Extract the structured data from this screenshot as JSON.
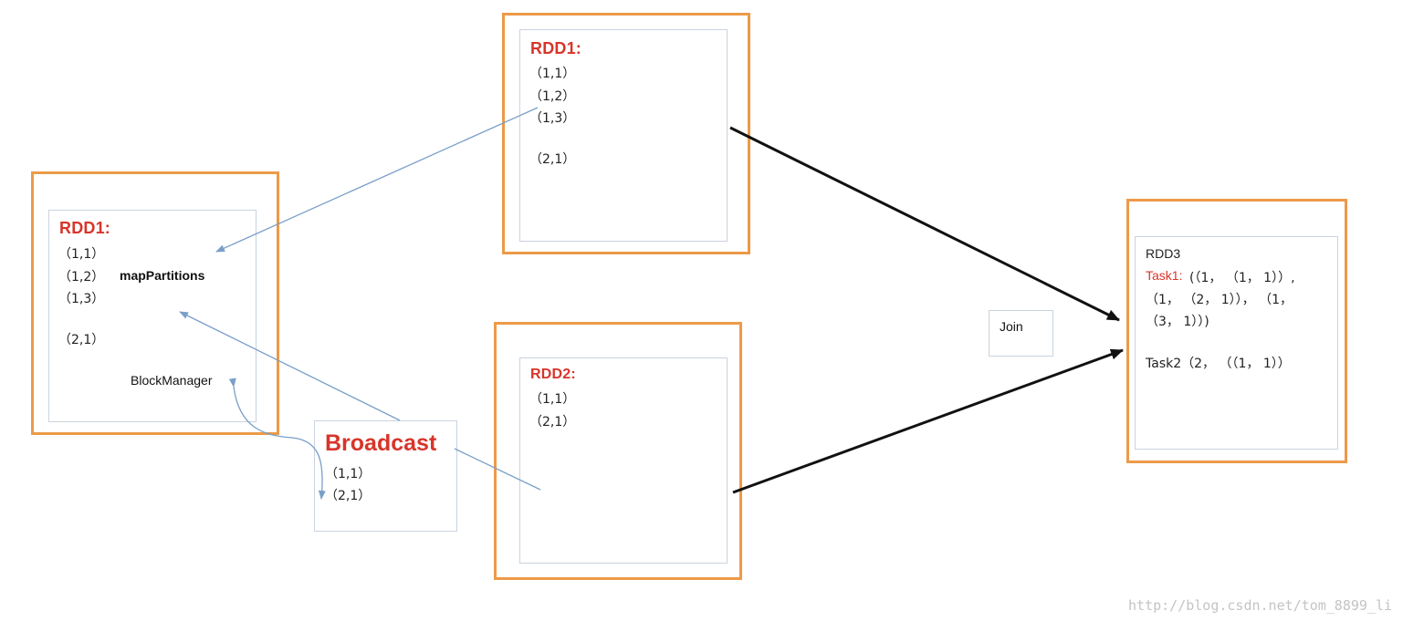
{
  "rdd1_left": {
    "title": "RDD1:",
    "tuples": [
      "（1,1）",
      "（1,2）",
      "（1,3）",
      "（2,1）"
    ],
    "map_label": "mapPartitions",
    "block_label": "BlockManager"
  },
  "rdd1_top": {
    "title": "RDD1:",
    "tuples": [
      "（1,1）",
      "（1,2）",
      "（1,3）",
      "（2,1）"
    ]
  },
  "rdd2": {
    "title": "RDD2:",
    "tuples": [
      "（1,1）",
      "（2,1）"
    ]
  },
  "broadcast": {
    "title": "Broadcast",
    "tuples": [
      "（1,1）",
      "（2,1）"
    ]
  },
  "join": {
    "label": "Join"
  },
  "rdd3": {
    "title": "RDD3",
    "task1_label": "Task1:",
    "task1_line1": "(（1， （1， 1））,",
    "task1_line2": "（1， （2， 1））， （1，",
    "task1_line3": "（3， 1））)",
    "task2": "Task2（2， （（1， 1））"
  },
  "watermark": "http://blog.csdn.net/tom_8899_li",
  "colors": {
    "outer_border": "#ec9a48",
    "inner_border": "#c9d3df",
    "title_red": "#d8352a",
    "blue_arrow": "#7a9fc8",
    "black_arrow": "#111111"
  }
}
